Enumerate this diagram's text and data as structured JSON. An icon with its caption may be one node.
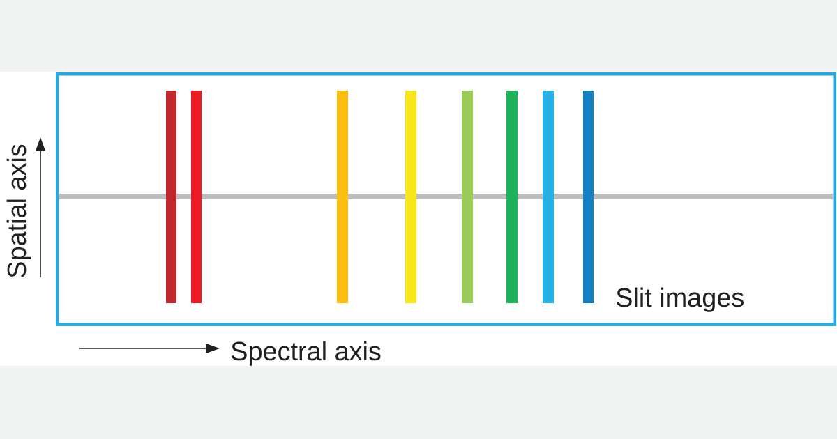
{
  "diagram": {
    "nodes": [
      {
        "text": [
          "Slit images"
        ]
      }
    ],
    "labels": [
      "Spatial axis",
      "Spectral axis"
    ]
  }
}
